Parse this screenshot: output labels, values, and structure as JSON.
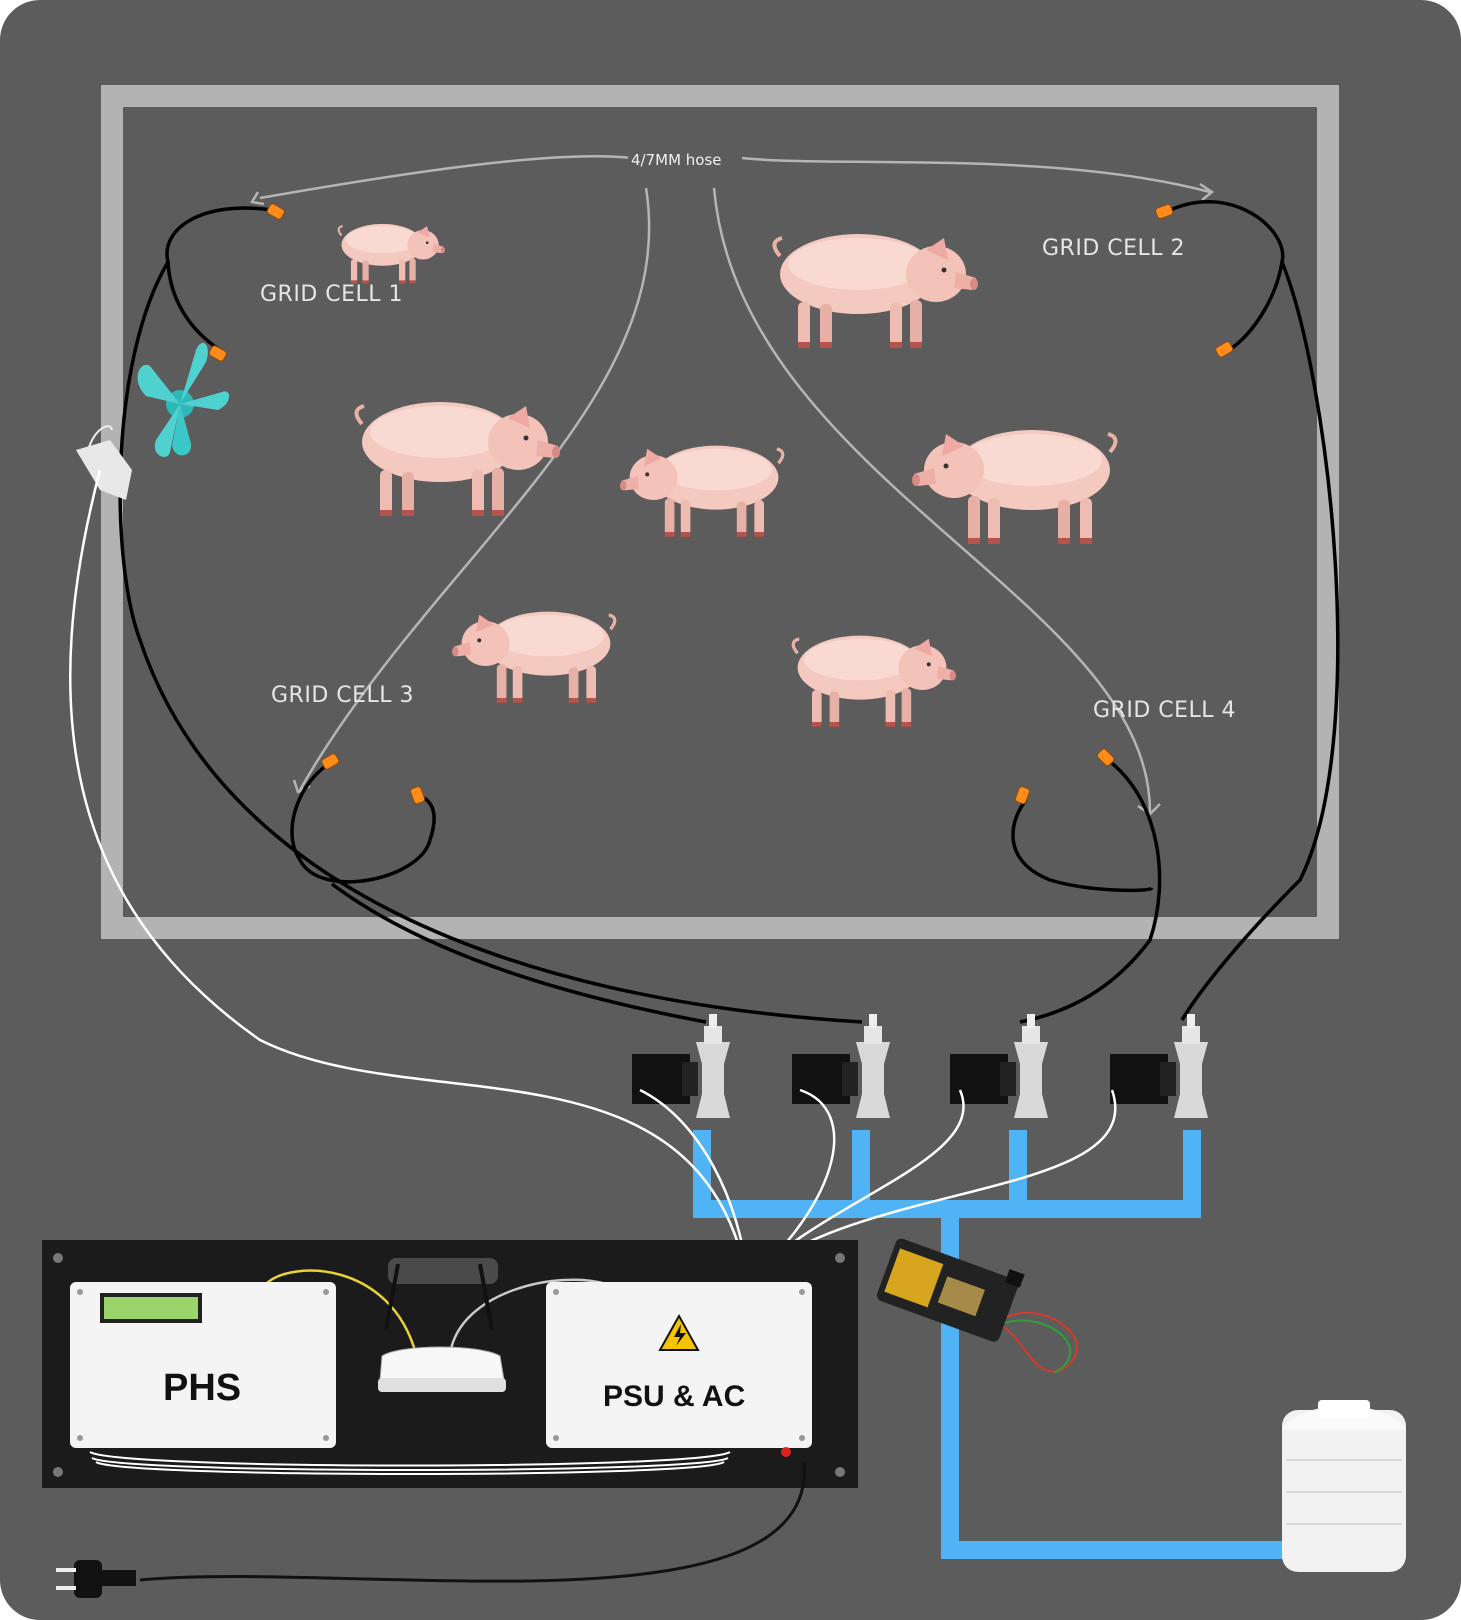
{
  "hose_label": "4/7MM hose",
  "grid_cells": [
    {
      "label": "GRID CELL 1"
    },
    {
      "label": "GRID CELL 2"
    },
    {
      "label": "GRID CELL 3"
    },
    {
      "label": "GRID CELL 4"
    }
  ],
  "control_box": {
    "phs_label": "PHS",
    "psu_label": "PSU & AC"
  },
  "colors": {
    "background": "#5c5c5c",
    "frame": "#b3b3b3",
    "water_pipe": "#4fb3f6",
    "hose": "#000000",
    "nozzle": "#ff8c1a",
    "fan": "#3cc8c8"
  },
  "icons": [
    "pig-icon",
    "fan-icon",
    "router-icon",
    "pump-icon",
    "water-tank-icon",
    "solenoid-valve-icon",
    "power-plug-icon",
    "high-voltage-warning-icon",
    "lcd-display-icon"
  ]
}
